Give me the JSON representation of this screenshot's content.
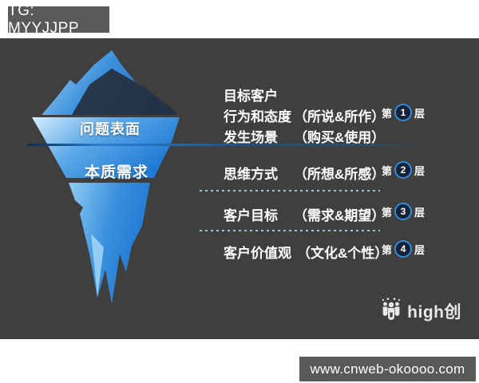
{
  "watermarks": {
    "top": "TG: MYYJJPP",
    "bottom": "www.cnweb-okoooo.com"
  },
  "iceberg": {
    "above_water_label": "问题表面",
    "below_water_label": "本质需求"
  },
  "levels": {
    "prefix": "第",
    "suffix": "层",
    "nums": [
      "1",
      "2",
      "3",
      "4"
    ]
  },
  "rows": [
    {
      "label": "目标客户",
      "detail": ""
    },
    {
      "label": "行为和态度",
      "detail": "（所说&所作）",
      "level": "1"
    },
    {
      "label": "发生场景",
      "detail": "（购买&使用）"
    },
    {
      "label": "思维方式",
      "detail": "（所想&所感）",
      "level": "2"
    },
    {
      "label": "客户目标",
      "detail": "（需求&期望）",
      "level": "3"
    },
    {
      "label": "客户价值观",
      "detail": "（文化&个性）",
      "level": "4"
    }
  ],
  "logo": {
    "text": "high创"
  },
  "colors": {
    "panel_bg": "#3f3f3f",
    "badge_bg": "#595959",
    "accent_blue": "#2f8be0",
    "iceberg_light": "#b9e0f7",
    "iceberg_deep": "#1c76d2"
  }
}
